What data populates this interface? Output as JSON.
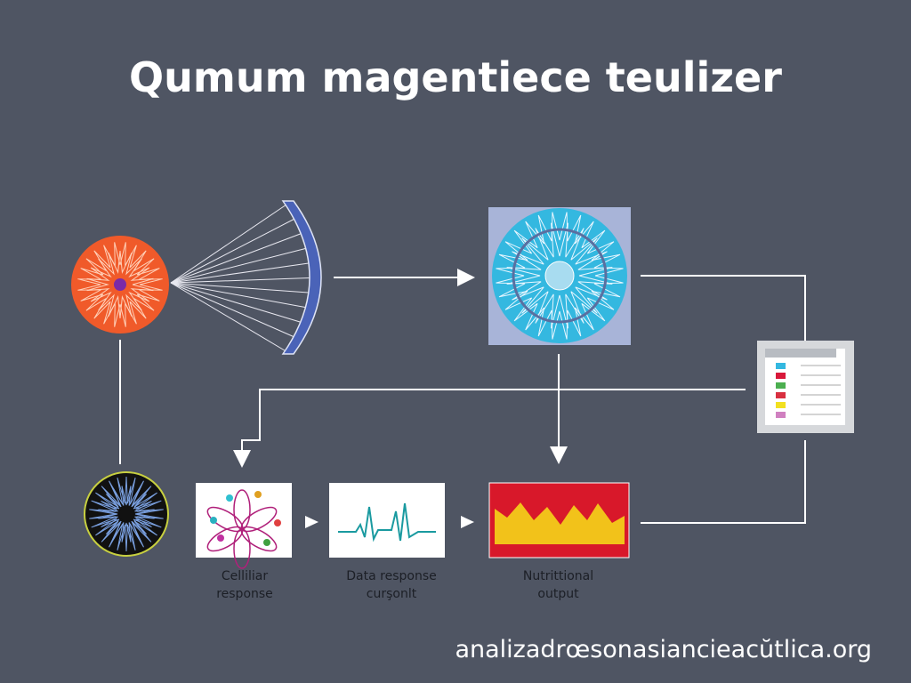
{
  "title": "Qumum magentiece teulizer",
  "labels": {
    "cellular": [
      "Celliliar",
      "response"
    ],
    "data": [
      "Data response",
      "curşonlt"
    ],
    "nutritional": [
      "Nutrittional",
      "output"
    ]
  },
  "footer_url": "analizadrœsonasiancieacŭtlica.org",
  "colors": {
    "background": "#4f5563",
    "orange": "#f05a2a",
    "blue": "#3f5fb0",
    "cyan": "#34b8e0",
    "heat_red": "#d8182a",
    "heat_yellow": "#f2c21a"
  }
}
